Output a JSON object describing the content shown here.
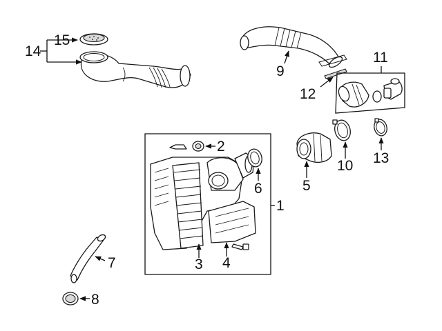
{
  "callouts": {
    "c1": "1",
    "c2": "2",
    "c3": "3",
    "c4": "4",
    "c5": "5",
    "c6": "6",
    "c7": "7",
    "c8": "8",
    "c9": "9",
    "c10": "10",
    "c11": "11",
    "c12": "12",
    "c13": "13",
    "c14": "14",
    "c15": "15"
  },
  "colors": {
    "line": "#1a1a1a",
    "shade": "#d9d9d9",
    "background": "#ffffff"
  }
}
